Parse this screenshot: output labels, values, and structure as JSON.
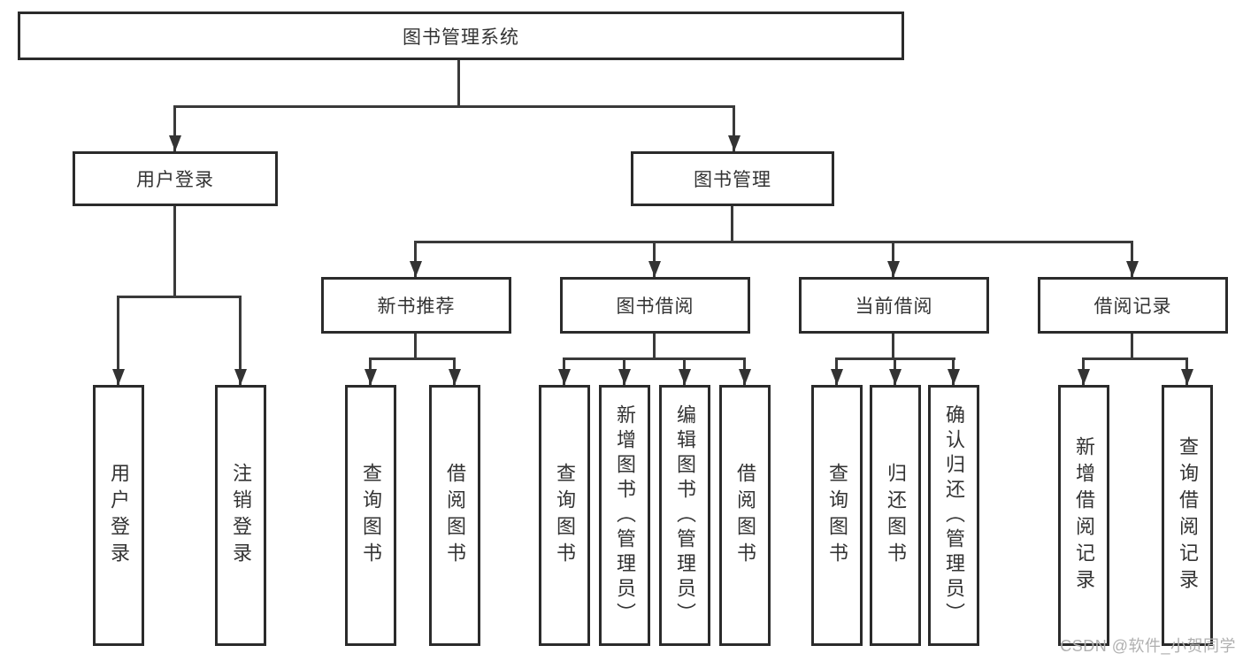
{
  "tree": {
    "label": "图书管理系统",
    "children": [
      {
        "label": "用户登录",
        "children": [
          {
            "label": "用户登录"
          },
          {
            "label": "注销登录"
          }
        ]
      },
      {
        "label": "图书管理",
        "children": [
          {
            "label": "新书推荐",
            "children": [
              {
                "label": "查询图书"
              },
              {
                "label": "借阅图书"
              }
            ]
          },
          {
            "label": "图书借阅",
            "children": [
              {
                "label": "查询图书"
              },
              {
                "label": "新增图书（管理员）"
              },
              {
                "label": "编辑图书（管理员）"
              },
              {
                "label": "借阅图书"
              }
            ]
          },
          {
            "label": "当前借阅",
            "children": [
              {
                "label": "查询图书"
              },
              {
                "label": "归还图书"
              },
              {
                "label": "确认归还（管理员）"
              }
            ]
          },
          {
            "label": "借阅记录",
            "children": [
              {
                "label": "新增借阅记录"
              },
              {
                "label": "查询借阅记录"
              }
            ]
          }
        ]
      }
    ]
  },
  "watermark": {
    "text": "CSDN @软件_小贺同学"
  },
  "colors": {
    "line": "#3a3a3a",
    "border": "#2b2b2b",
    "text": "#333333",
    "watermark": "#b0b0b0",
    "background": "#ffffff"
  }
}
